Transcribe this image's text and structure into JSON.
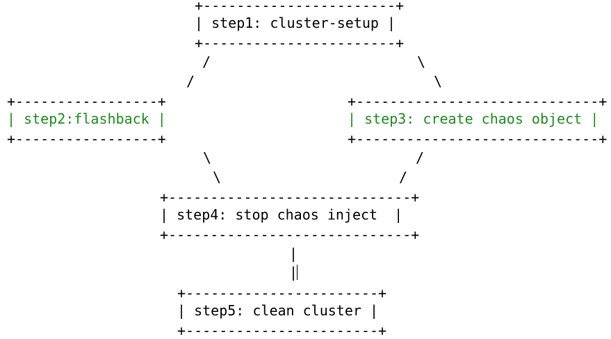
{
  "diagram": {
    "step1": {
      "top": "+-----------------------+",
      "text": "| step1: cluster-setup |",
      "bottom": "+-----------------------+"
    },
    "step2": {
      "top": "+-----------------+",
      "text": "| step2:flashback |",
      "bottom": "+-----------------+",
      "color": "#1e8a1e"
    },
    "step3": {
      "top": "+-----------------------------+",
      "text": "| step3: create chaos object |",
      "bottom": "+-----------------------------+",
      "color": "#1e8a1e"
    },
    "step4": {
      "top": "+-----------------------------+",
      "text": "| step4: stop chaos inject  |",
      "bottom": "+-----------------------------+"
    },
    "step5": {
      "top": "+-----------------------+",
      "text": "| step5: clean cluster |",
      "bottom": "+-----------------------+"
    },
    "connectors": {
      "slash": "/",
      "backslash": "\\",
      "pipe": "|"
    }
  }
}
